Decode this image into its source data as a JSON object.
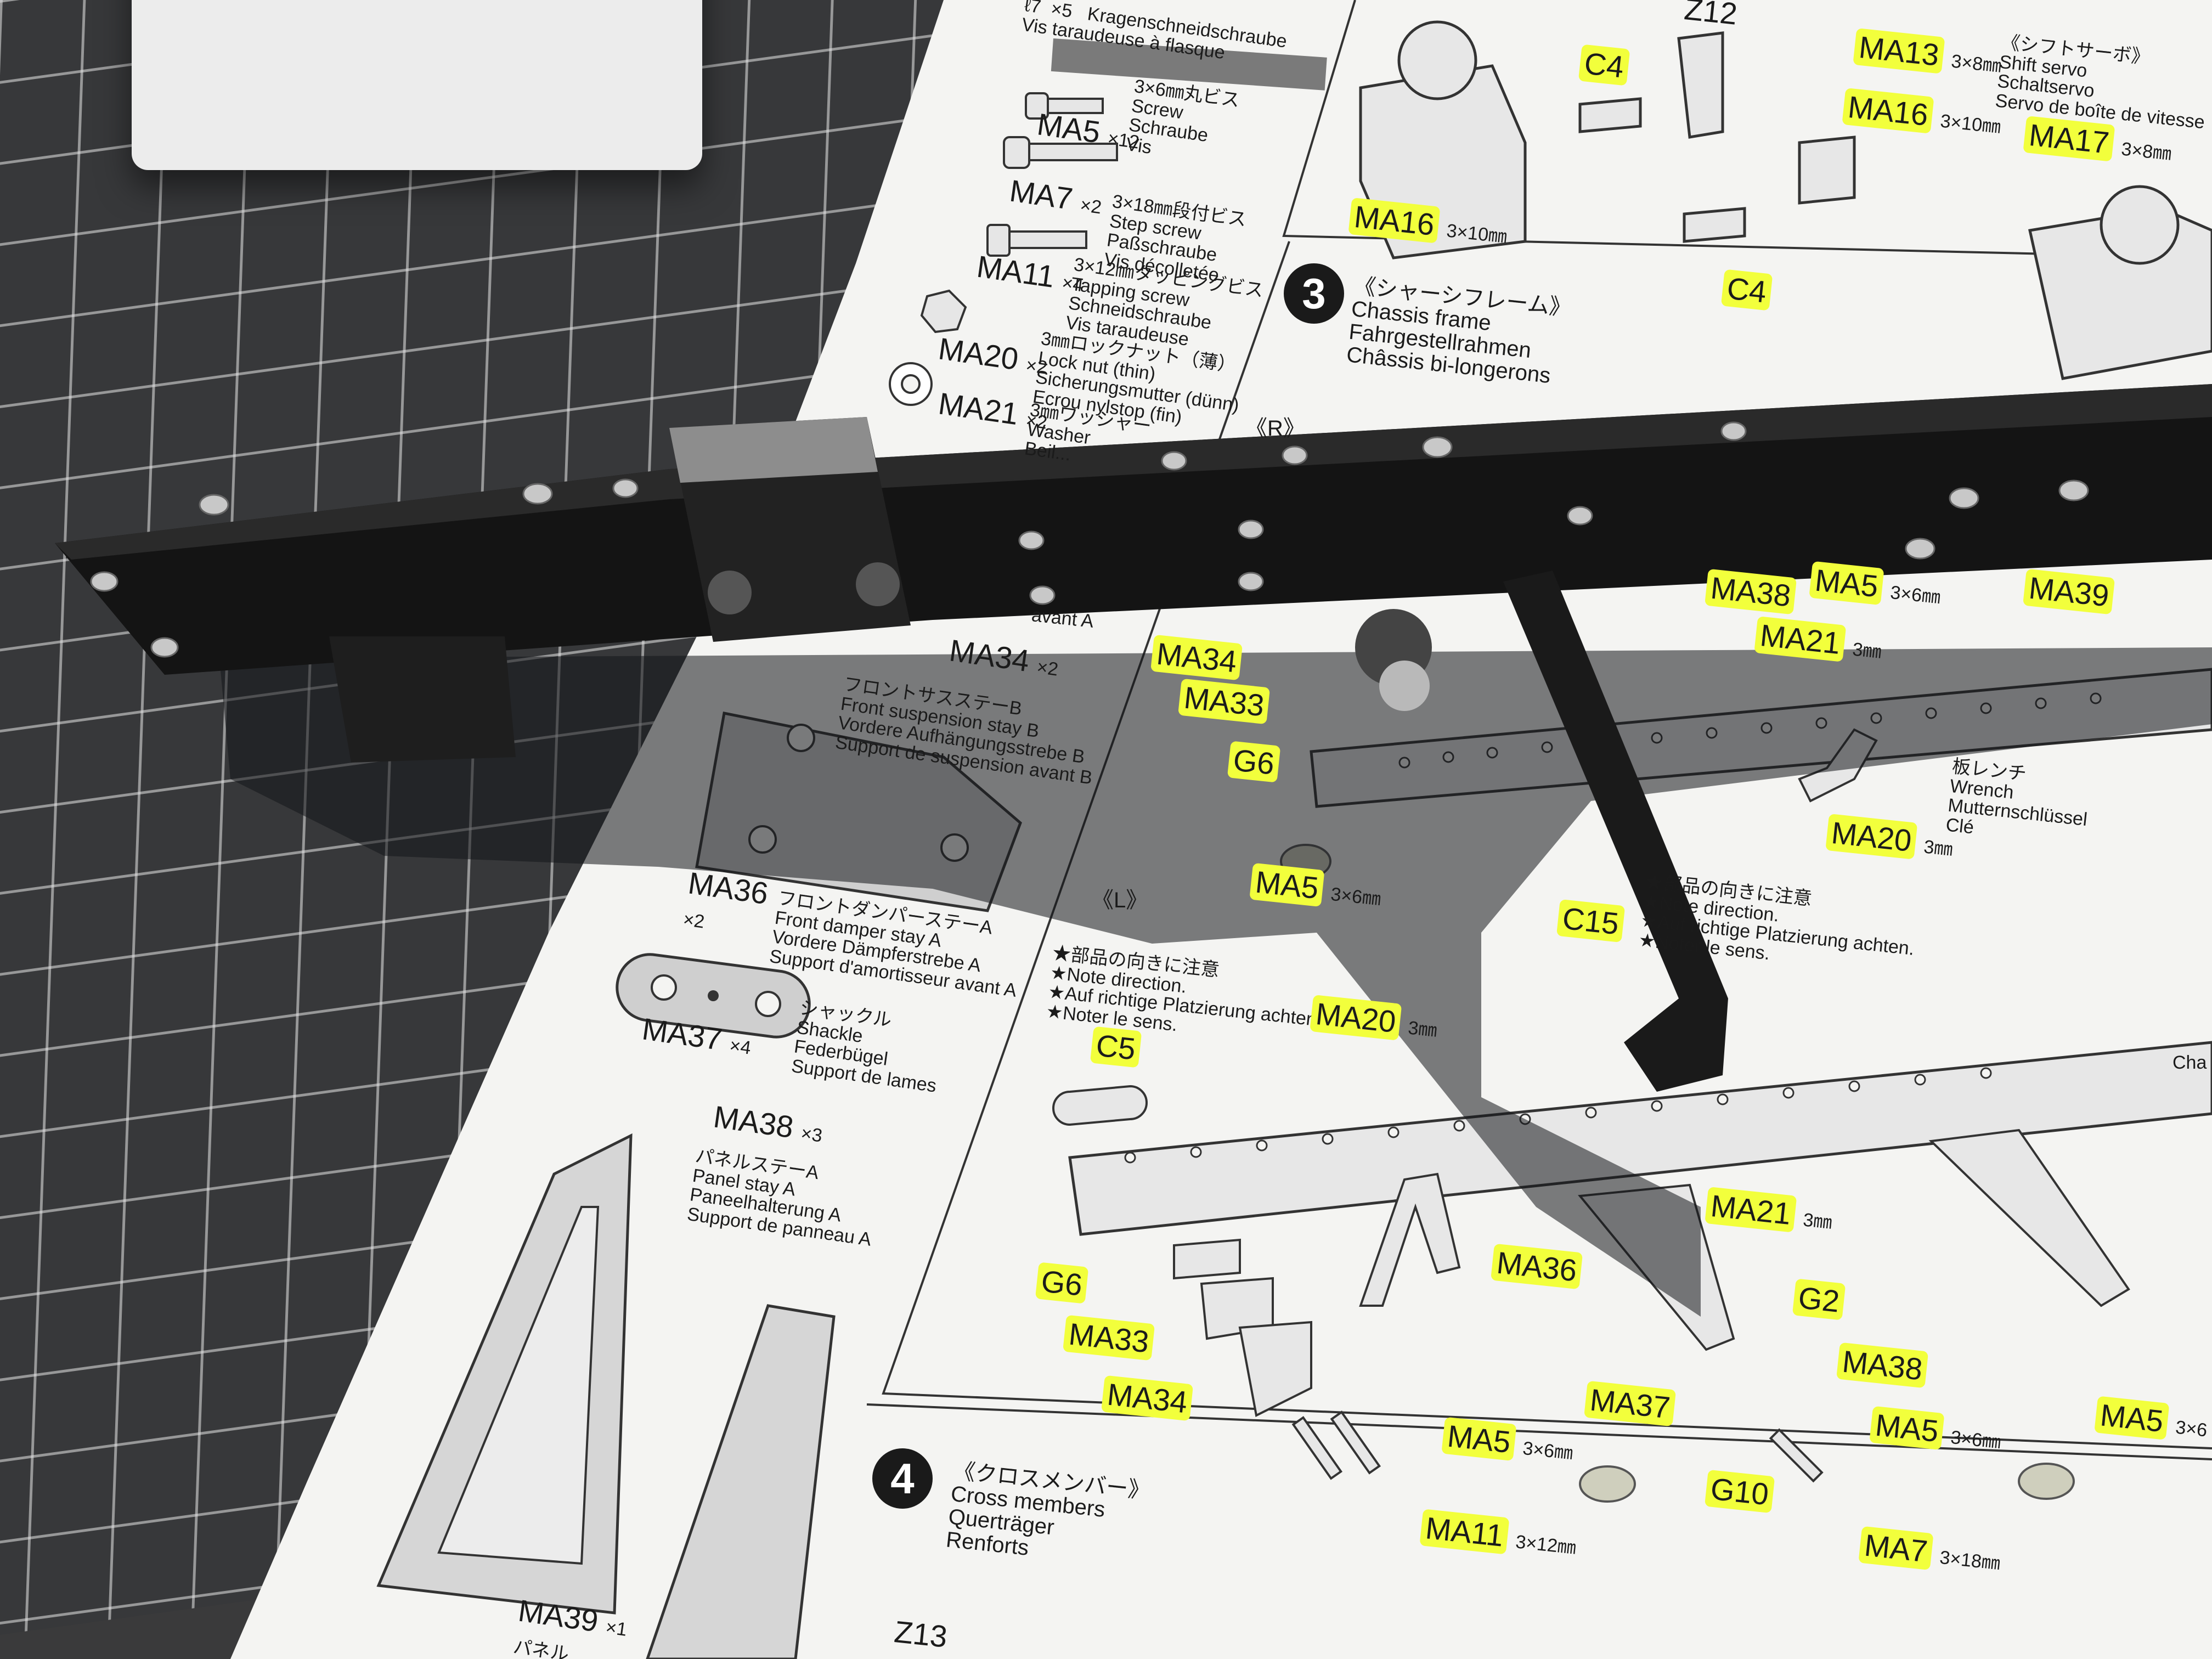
{
  "colors": {
    "highlight": "#f2ff3c",
    "paper": "#f4f4f2",
    "chassis": "#161616",
    "mat": "#37383a"
  },
  "left_parts": {
    "ma5": "MA5",
    "ma5_qty": "×12",
    "ma7": "MA7",
    "ma7_qty": "×2",
    "ma11": "MA11",
    "ma11_qty": "×4",
    "ma20": "MA20",
    "ma20_qty": "×2",
    "ma21": "MA21",
    "ma21_qty": "×2",
    "ma5_desc": "3×6㎜丸ビス\nScrew\nSchraube\nVis",
    "ma7_desc": "3×18㎜段付ビス\nStep screw\nPaßschraube\nVis décolletée",
    "ma11_desc": "3×12㎜タッピングビス\nTapping screw\nSchneidschraube\nVis taraudeuse",
    "ma20_desc": "3㎜ロックナット（薄）\nLock nut (thin)\nSicherungsmutter (dünn)\nEcrou nylstop (fin)",
    "ma21_desc": "3㎜ワッシャー\nWasher\nBeil...",
    "top_desc": "ℓ7  ×5   Kragenschneidschraube\nVis taraudeuse à flasque",
    "ma34": "MA34",
    "ma34_qty": "×2",
    "ma34_desc": "フロントサスステーB\nFront suspension stay B\nVordere Aufhängungsstrebe B\nSupport de suspension avant B",
    "ma36": "MA36",
    "ma36_qty": "×2",
    "ma36_desc": "フロントダンパーステーA\nFront damper stay A\nVordere Dämpferstrebe A\nSupport d'amortisseur avant A",
    "ma37": "MA37",
    "ma37_qty": "×4",
    "ma37_desc": "シャックル\nShackle\nFederbügel\nSupport de lames",
    "ma38": "MA38",
    "ma38_qty": "×3",
    "ma38_desc": "パネルステーA\nPanel stay A\nPaneelhalterung A\nSupport de panneau A",
    "ma39": "MA39",
    "ma39_qty": "×1",
    "ma39_desc": "パネル"
  },
  "step2": {
    "z12": "Z12",
    "c4_top": "C4",
    "c4_bottom": "C4",
    "ma13": "MA13",
    "ma13_size": "3×8㎜",
    "ma16a": "MA16",
    "ma16a_size": "3×10㎜",
    "ma16b": "MA16",
    "ma16b_size": "3×10㎜",
    "ma17": "MA17",
    "ma17_size": "3×8㎜",
    "shift_servo": "《シフトサーボ》\nShift servo\nSchaltservo\nServo de boîte de vitesse"
  },
  "step3": {
    "num": "3",
    "title": "《シャーシフレーム》\nChassis frame\nFahrgestellrahmen\nChâssis bi-longerons",
    "r_mark": "《R》",
    "l_mark": "《L》",
    "front_stay_a": "avant A",
    "ma34": "MA34",
    "ma33": "MA33",
    "g6": "G6",
    "ma5": "MA5",
    "ma5_size": "3×6㎜",
    "c15": "C15",
    "c5": "C5",
    "ma20": "MA20",
    "ma20_size": "3㎜",
    "ma20b": "MA20",
    "ma20b_size": "3㎜",
    "ma38": "MA38",
    "ma39": "MA39",
    "ma21": "MA21",
    "ma21_size": "3㎜",
    "ma5b": "MA5",
    "ma5b_size": "3×6㎜",
    "wrench": "板レンチ\nWrench\nMutternschlüssel\nClé",
    "note_r": "★部品の向きに注意\n★Note direction.\n★Auf richtige Platzierung achten.\n★Noter le sens.",
    "note_l": "★部品の向きに注意\n★Note direction.\n★Auf richtige Platzierung achten.\n★Noter le sens.",
    "g6_low": "G6",
    "ma33_low": "MA33",
    "ma34_low": "MA34",
    "ma36_low": "MA36",
    "ma21_low": "MA21",
    "ma21_low_size": "3㎜",
    "g2": "G2",
    "ma38_low": "MA38",
    "ma37_low": "MA37",
    "ma5_low": "MA5",
    "ma5_low_size": "3×6㎜",
    "ma5_low2": "MA5",
    "ma5_low2_size": "3×6㎜",
    "ma5_low3": "MA5",
    "ma5_low3_size": "3×6",
    "g10": "G10",
    "ma11_low": "MA11",
    "ma11_low_size": "3×12㎜",
    "ma7_low": "MA7",
    "ma7_low_size": "3×18㎜",
    "cha": "Cha"
  },
  "step4": {
    "num": "4",
    "title": "《クロスメンバー》\nCross members\nQuerträger\nRenforts",
    "z13": "Z13"
  }
}
